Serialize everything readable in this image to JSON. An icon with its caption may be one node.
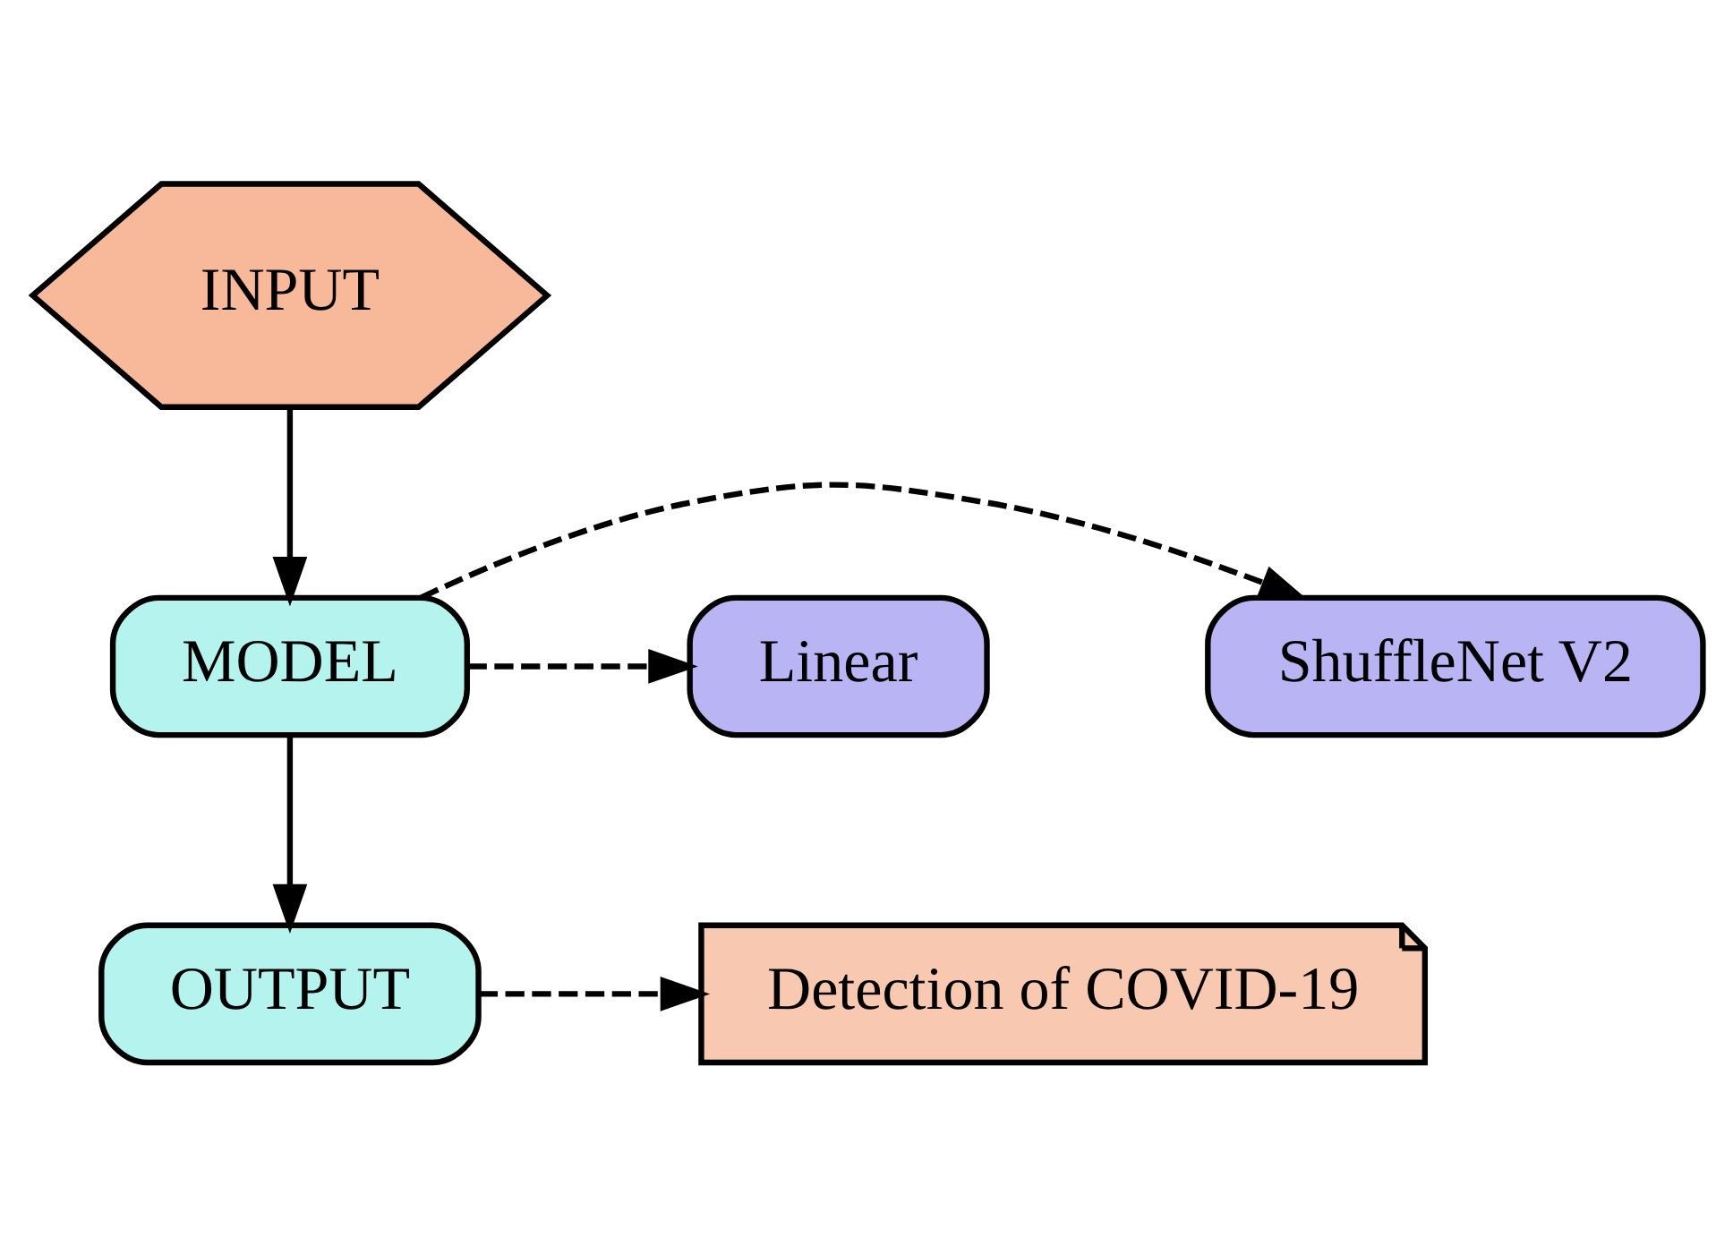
{
  "diagram": {
    "nodes": [
      {
        "text": [
          "INPUT"
        ]
      },
      {
        "text": [
          "MODEL"
        ]
      },
      {
        "text": [
          "ShuffleNet V2"
        ]
      },
      {
        "text": [
          "Linear"
        ]
      },
      {
        "text": [
          "OUTPUT"
        ]
      },
      {
        "text": [
          "Detection of COVID-19"
        ]
      }
    ],
    "edges": [
      {
        "from": 0,
        "to": 1,
        "arrow": "to"
      },
      {
        "from": 1,
        "to": 2,
        "arrow": "to",
        "style": "dashed"
      },
      {
        "from": 1,
        "to": 3,
        "arrow": "to",
        "style": "dashed"
      },
      {
        "from": 1,
        "to": 4,
        "arrow": "to"
      },
      {
        "from": 4,
        "to": 5,
        "arrow": "to",
        "style": "dashed"
      }
    ]
  }
}
